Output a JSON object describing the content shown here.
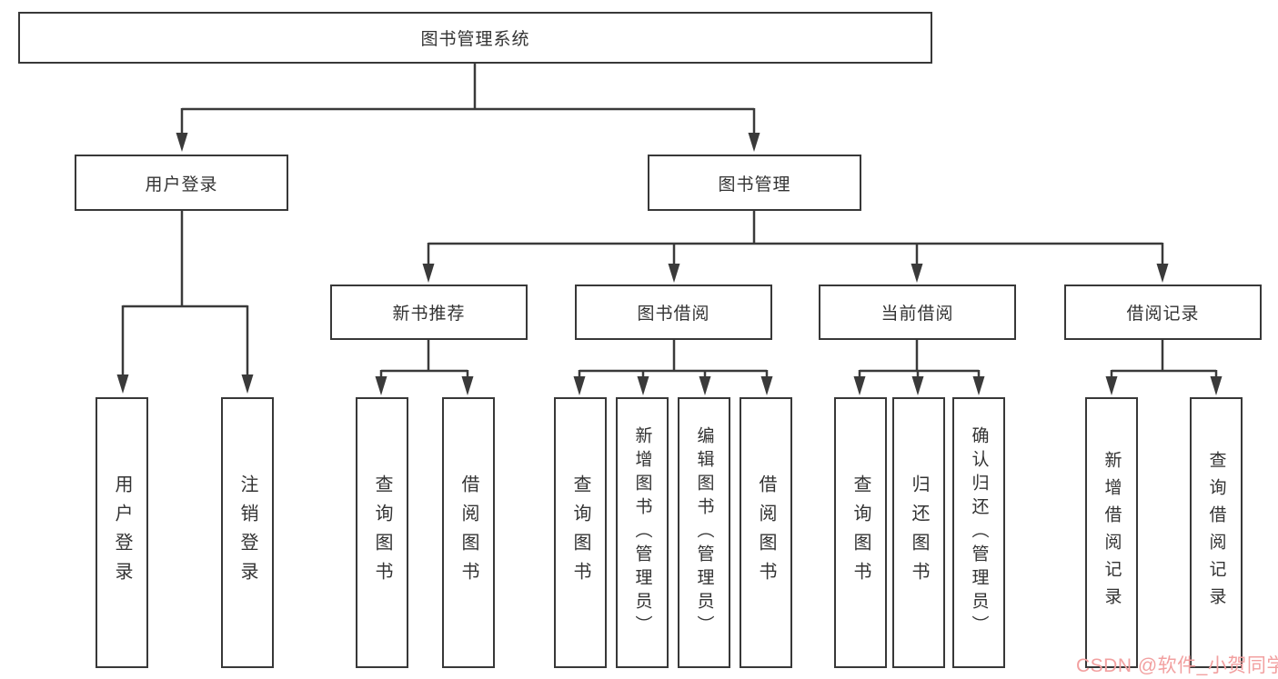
{
  "tree": {
    "root": {
      "label": "图书管理系统"
    },
    "branches": [
      {
        "label": "用户登录",
        "leaves": [
          {
            "label": "用户登录"
          },
          {
            "label": "注销登录"
          }
        ]
      },
      {
        "label": "图书管理",
        "groups": [
          {
            "label": "新书推荐",
            "leaves": [
              {
                "label": "查询图书"
              },
              {
                "label": "借阅图书"
              }
            ]
          },
          {
            "label": "图书借阅",
            "leaves": [
              {
                "label": "查询图书"
              },
              {
                "label": "新增图书（管理员）"
              },
              {
                "label": "编辑图书（管理员）"
              },
              {
                "label": "借阅图书"
              }
            ]
          },
          {
            "label": "当前借阅",
            "leaves": [
              {
                "label": "查询图书"
              },
              {
                "label": "归还图书"
              },
              {
                "label": "确认归还（管理员）"
              }
            ]
          },
          {
            "label": "借阅记录",
            "leaves": [
              {
                "label": "新增借阅记录"
              },
              {
                "label": "查询借阅记录"
              }
            ]
          }
        ]
      }
    ]
  },
  "watermark": {
    "text": "CSDN @软件_小贺同学",
    "color": "#f2a0a0"
  },
  "colors": {
    "line": "#3a3a3a",
    "border": "#383838",
    "text": "#333333",
    "background": "#ffffff"
  }
}
